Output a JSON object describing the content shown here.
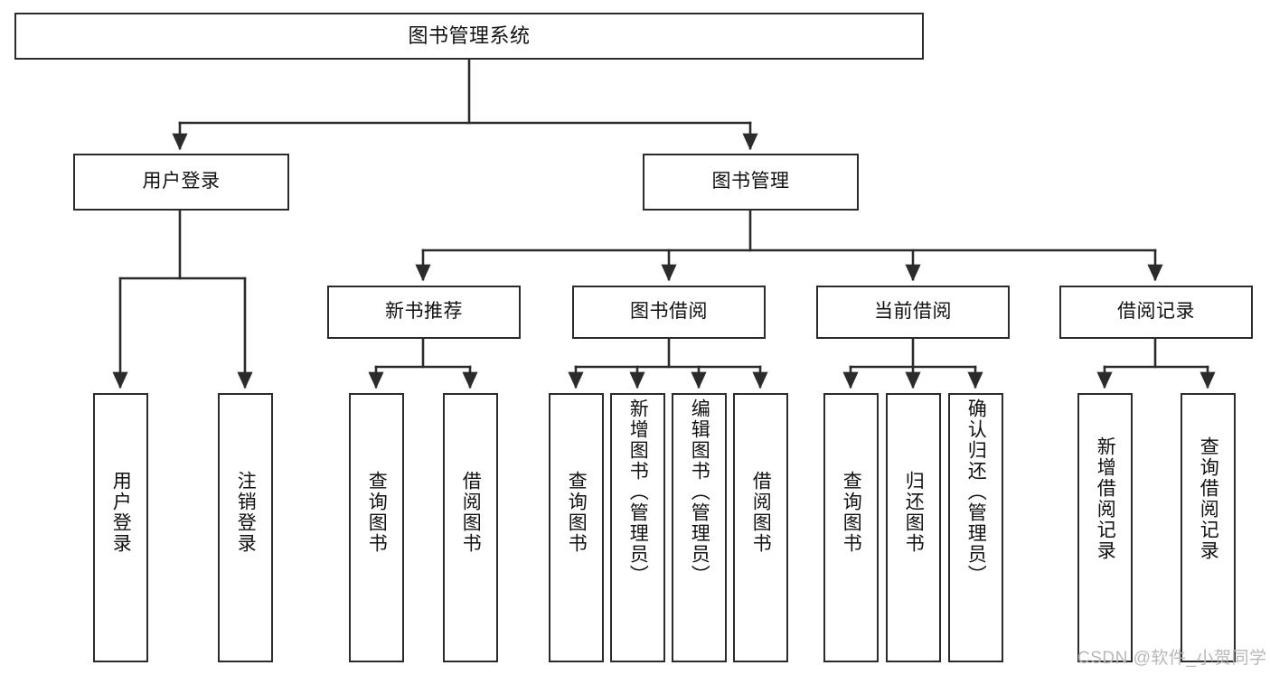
{
  "diagram": {
    "title": "图书管理系统",
    "type": "tree",
    "root": {
      "id": "root",
      "label": "图书管理系统"
    },
    "level2": [
      {
        "id": "user-login",
        "label": "用户登录"
      },
      {
        "id": "book-manage",
        "label": "图书管理"
      }
    ],
    "level3": [
      {
        "id": "new-book-rec",
        "label": "新书推荐",
        "parent": "book-manage"
      },
      {
        "id": "book-borrow",
        "label": "图书借阅",
        "parent": "book-manage"
      },
      {
        "id": "current-borrow",
        "label": "当前借阅",
        "parent": "book-manage"
      },
      {
        "id": "borrow-record",
        "label": "借阅记录",
        "parent": "book-manage"
      }
    ],
    "leaves": [
      {
        "id": "leaf-user-login",
        "label": "用户登录",
        "parent": "user-login"
      },
      {
        "id": "leaf-user-logout",
        "label": "注销登录",
        "parent": "user-login"
      },
      {
        "id": "leaf-query-book-1",
        "label": "查询图书",
        "parent": "new-book-rec"
      },
      {
        "id": "leaf-borrow-book-1",
        "label": "借阅图书",
        "parent": "new-book-rec"
      },
      {
        "id": "leaf-query-book-2",
        "label": "查询图书",
        "parent": "book-borrow"
      },
      {
        "id": "leaf-add-book",
        "label": "新增图书（管理员）",
        "parent": "book-borrow"
      },
      {
        "id": "leaf-edit-book",
        "label": "编辑图书（管理员）",
        "parent": "book-borrow"
      },
      {
        "id": "leaf-borrow-book-2",
        "label": "借阅图书",
        "parent": "book-borrow"
      },
      {
        "id": "leaf-query-book-3",
        "label": "查询图书",
        "parent": "current-borrow"
      },
      {
        "id": "leaf-return-book",
        "label": "归还图书",
        "parent": "current-borrow"
      },
      {
        "id": "leaf-confirm-return",
        "label": "确认归还（管理员）",
        "parent": "current-borrow"
      },
      {
        "id": "leaf-add-record",
        "label": "新增借阅记录",
        "parent": "borrow-record"
      },
      {
        "id": "leaf-query-record",
        "label": "查询借阅记录",
        "parent": "borrow-record"
      }
    ]
  },
  "watermark": {
    "text": "CSDN @软件_小贺同学"
  },
  "colors": {
    "stroke": "#2b2b2b",
    "background": "#ffffff",
    "text": "#111111",
    "watermark": "#b8b8b8"
  }
}
